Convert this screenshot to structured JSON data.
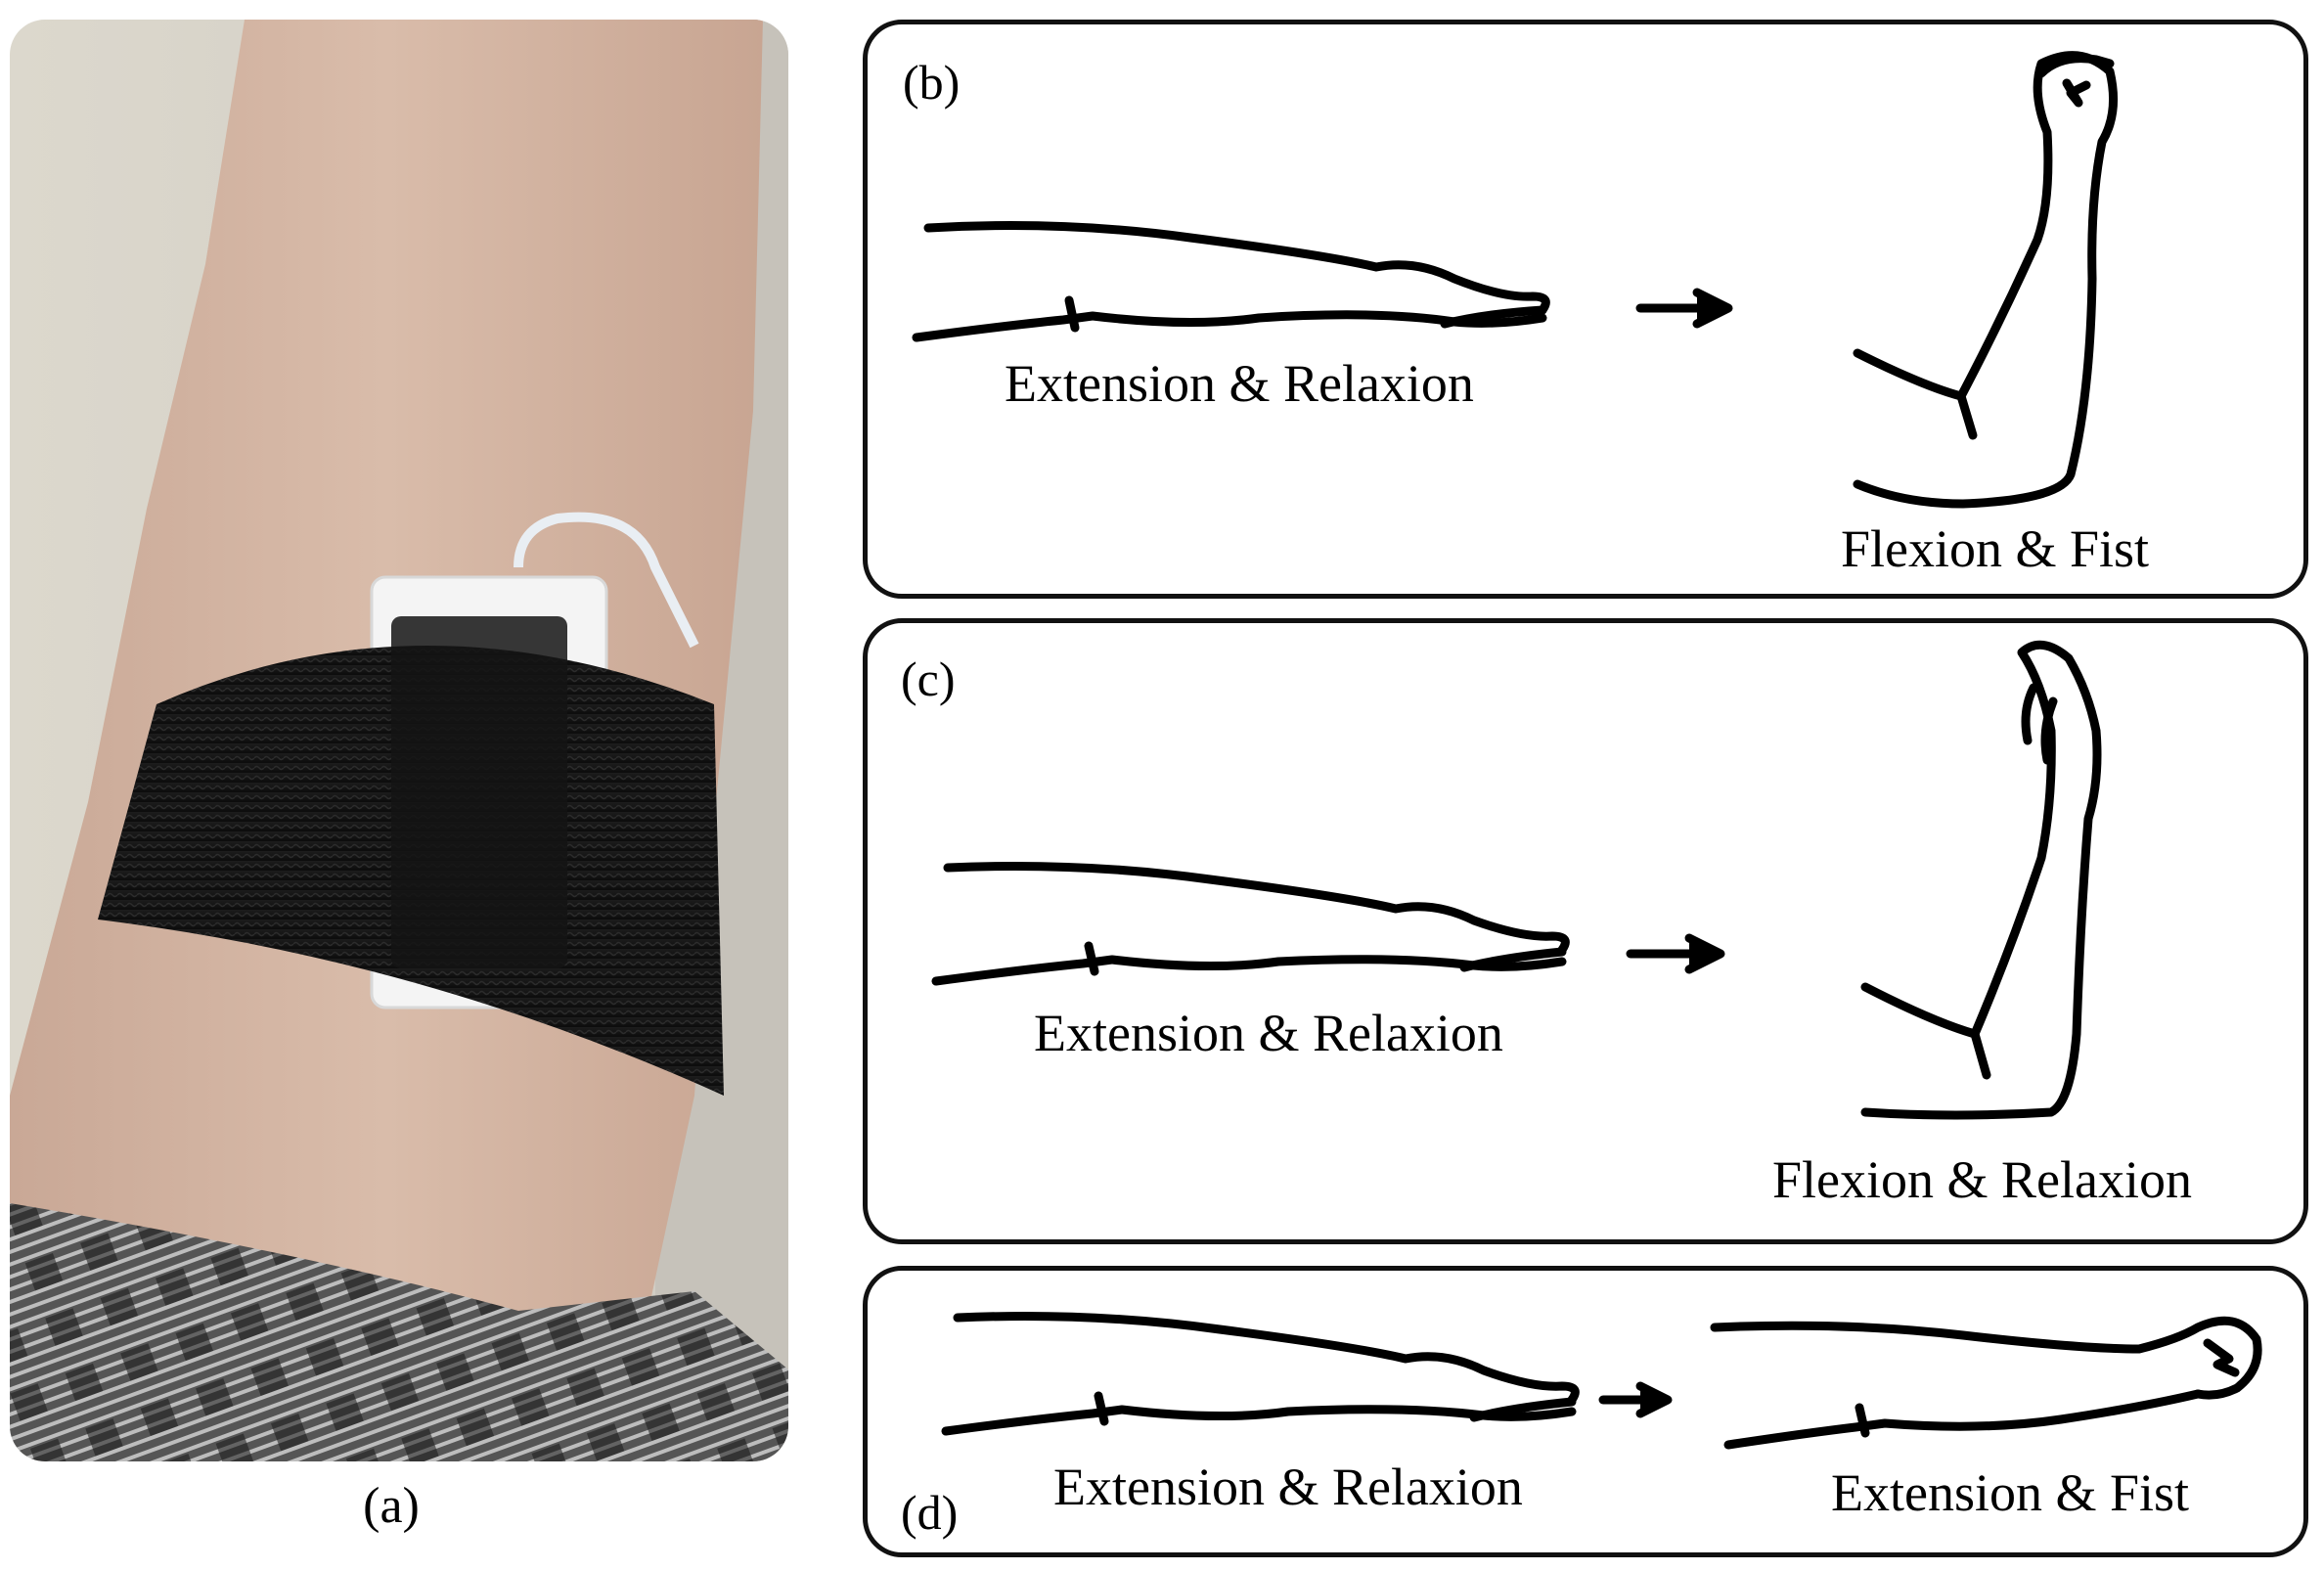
{
  "panels": {
    "a": {
      "tag": "(a)"
    },
    "b": {
      "tag": "(b)",
      "left_caption": "Extension & Relaxion",
      "right_caption": "Flexion & Fist"
    },
    "c": {
      "tag": "(c)",
      "left_caption": "Extension & Relaxion",
      "right_caption": "Flexion & Relaxion"
    },
    "d": {
      "tag": "(d)",
      "left_caption": "Extension & Relaxion",
      "right_caption": "Extension & Fist"
    }
  },
  "icons": [
    "arrow-right-icon",
    "arm-extended-icon",
    "arm-flexed-fist-icon",
    "arm-flexed-open-icon",
    "arm-extended-fist-icon"
  ],
  "colors": {
    "strap": "#111111",
    "sensor": "#f2f2f2",
    "skin": "#d4b5a3",
    "outline": "#000000"
  }
}
